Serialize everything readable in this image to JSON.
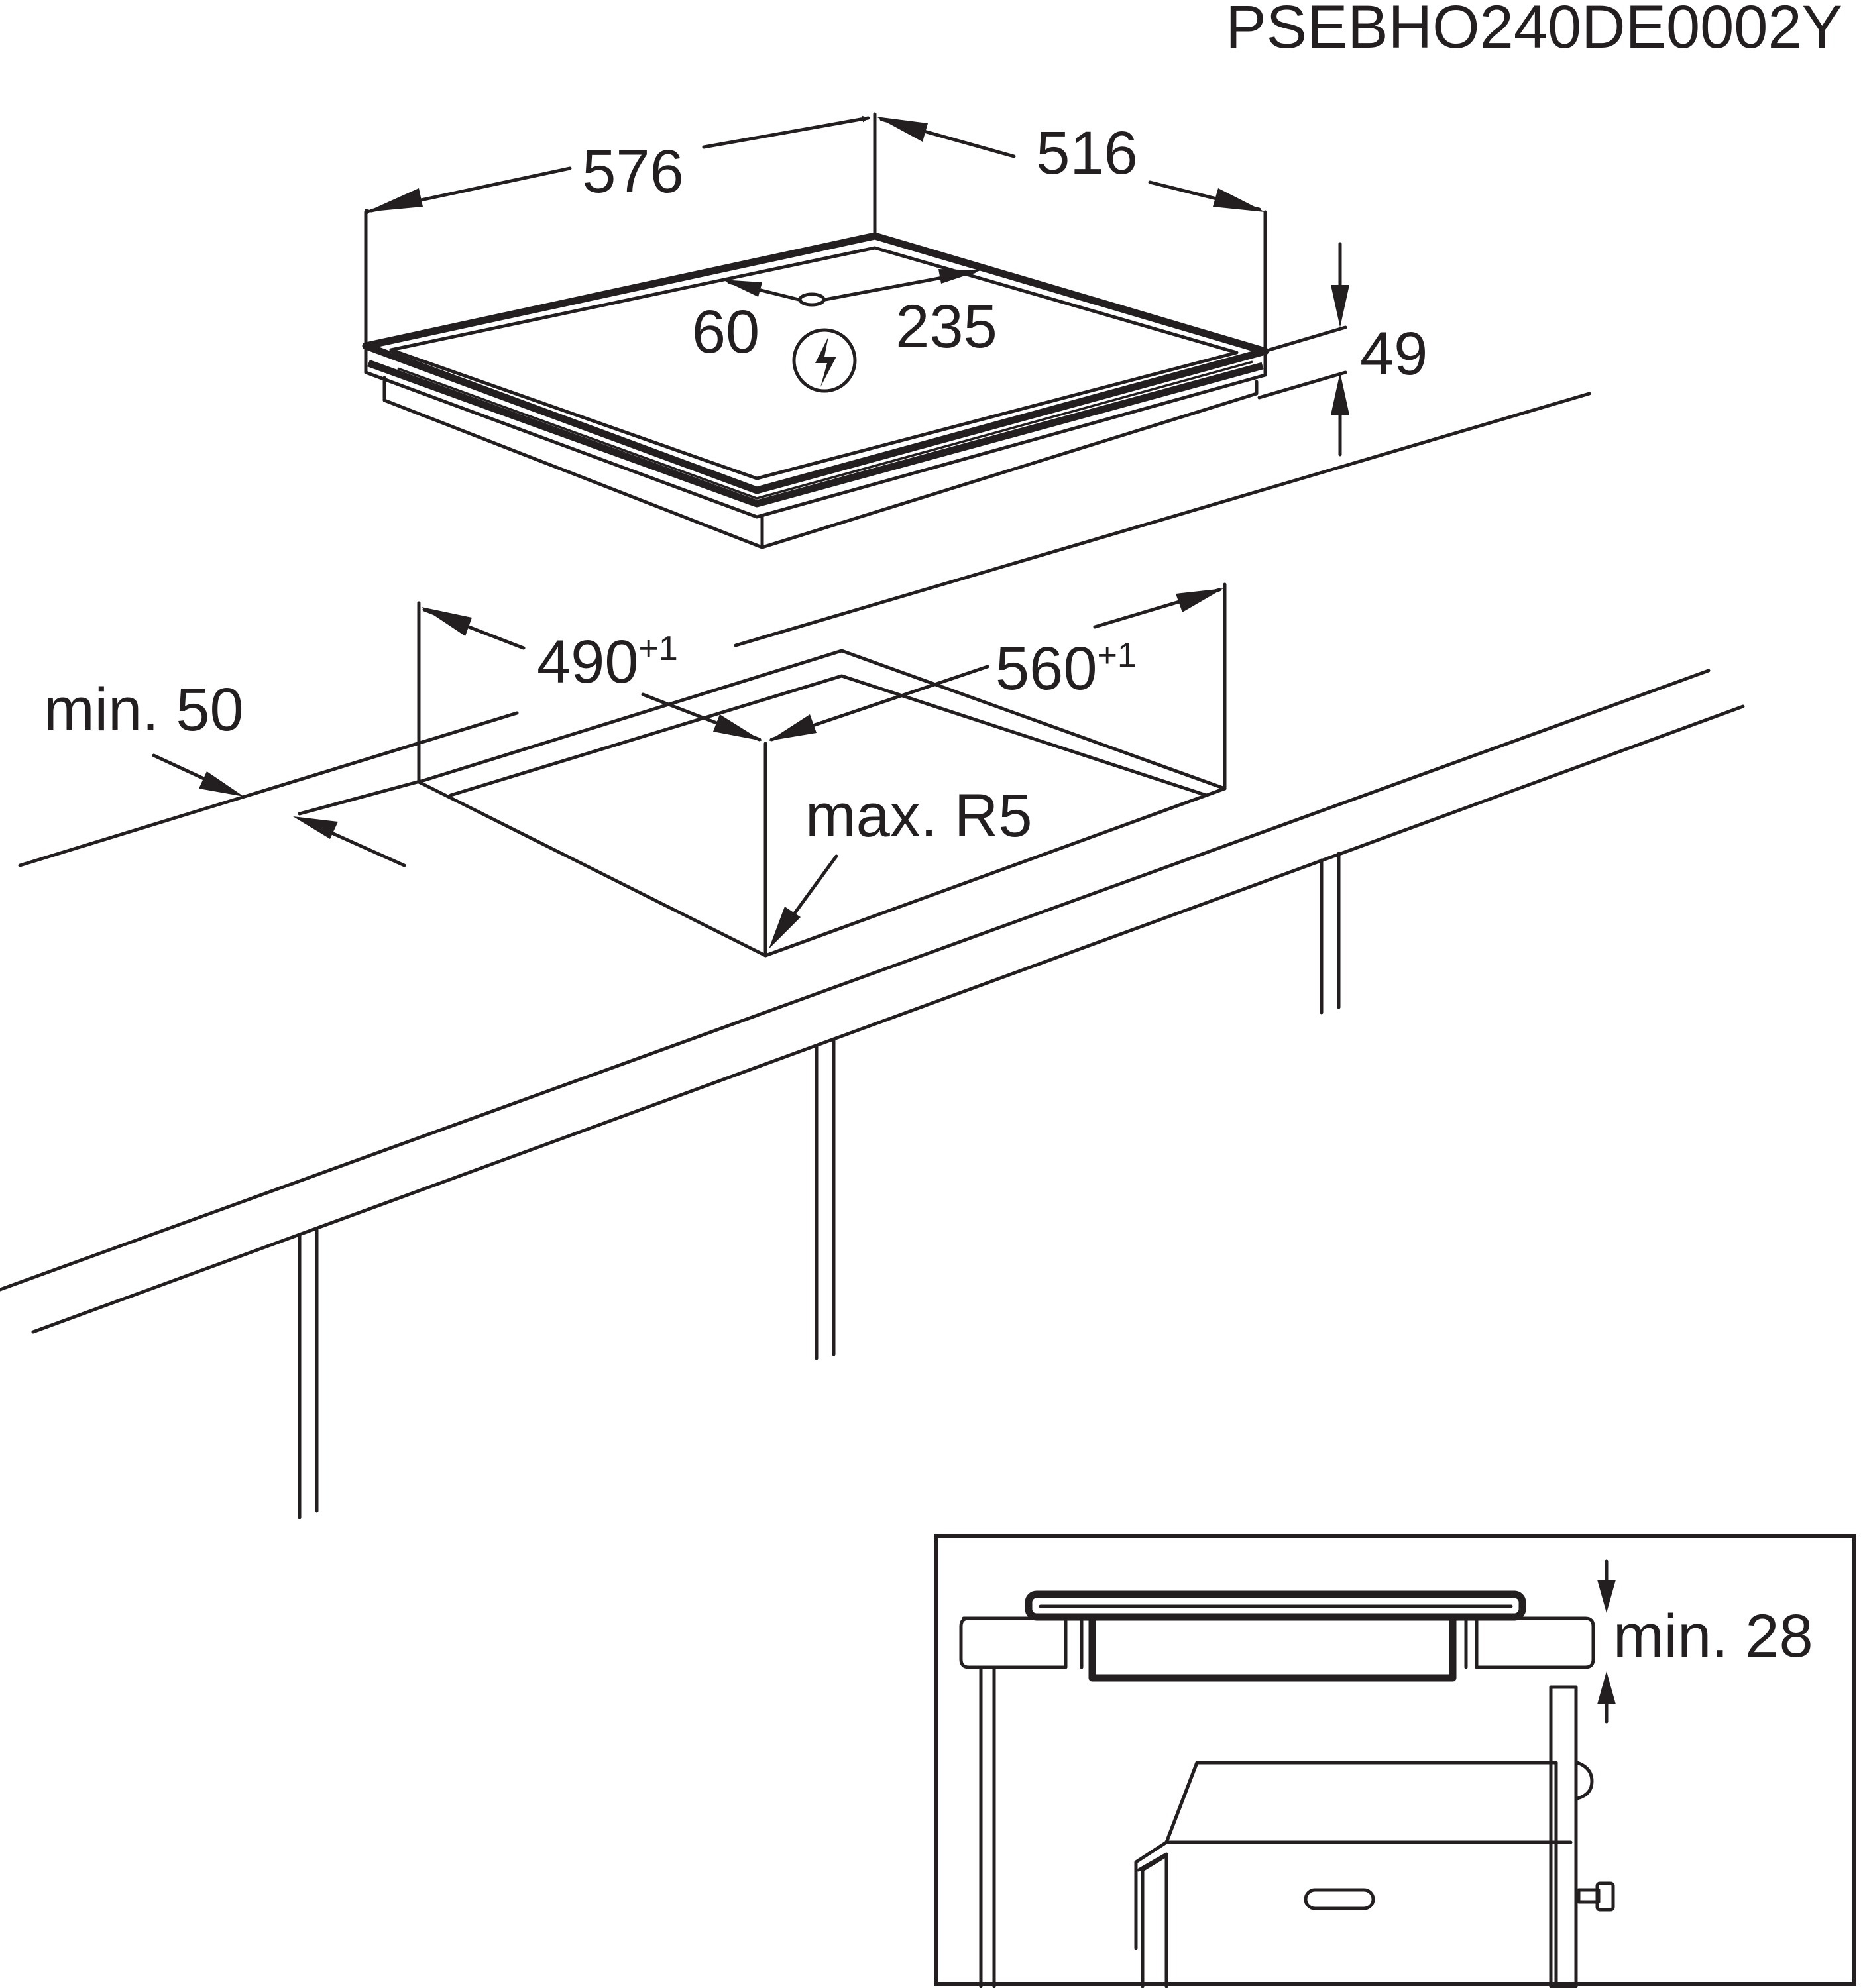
{
  "code": "PSEBHO240DE0002Y",
  "dimensions": {
    "hob_width": "576",
    "hob_depth": "516",
    "hob_height": "49",
    "connection_left": "60",
    "connection_right": "235",
    "cutout_depth": "490",
    "cutout_depth_tol": "+1",
    "cutout_width": "560",
    "cutout_width_tol": "+1",
    "min_edge": "min. 50",
    "max_radius": "max. R5",
    "min_gap": "min. 28"
  },
  "icons": {
    "power": "lightning-bolt-icon"
  }
}
